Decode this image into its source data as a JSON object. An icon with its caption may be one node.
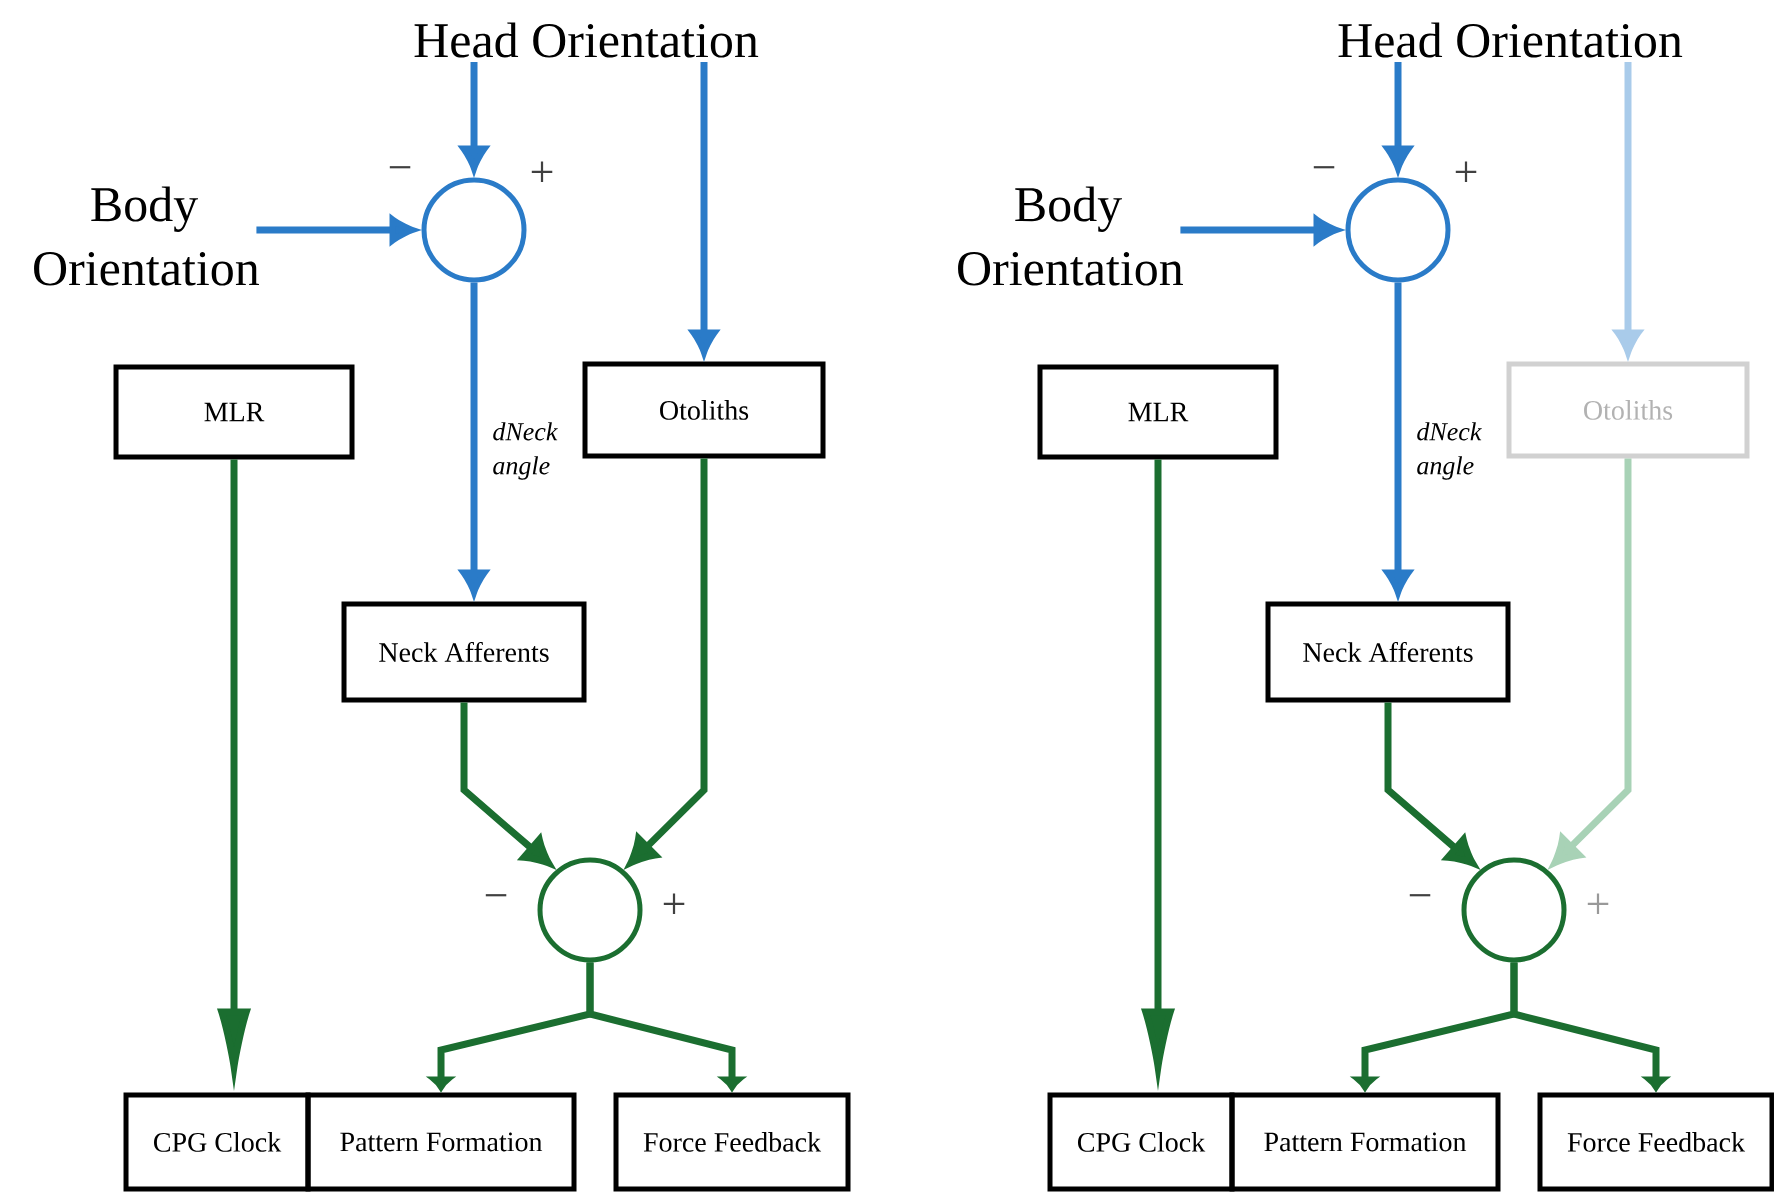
{
  "diagram": {
    "nodes": [
      {
        "text": [
          "Head Orientation"
        ]
      },
      {
        "text": [
          "Body Orientation"
        ]
      },
      {
        "text": [],
        "shape": "circle",
        "beside": [
          "−",
          "+"
        ]
      },
      {
        "text": [
          "MLR"
        ]
      },
      {
        "text": [
          "Otoliths"
        ]
      },
      {
        "text": [
          "Neck Afferents"
        ]
      },
      {
        "text": [],
        "shape": "circle",
        "beside": [
          "−",
          "+"
        ]
      },
      {
        "text": [
          "CPG Clock"
        ]
      },
      {
        "text": [
          "Pattern Formation"
        ]
      },
      {
        "text": [
          "Force Feedback"
        ]
      },
      {
        "text": [
          "Head Orientation"
        ]
      },
      {
        "text": [
          "Body Orientation"
        ]
      },
      {
        "text": [],
        "shape": "circle",
        "beside": [
          "−",
          "+"
        ]
      },
      {
        "text": [
          "MLR"
        ]
      },
      {
        "text": [
          "Otoliths"
        ]
      },
      {
        "text": [
          "Neck Afferents"
        ]
      },
      {
        "text": [],
        "shape": "circle",
        "beside": [
          "−",
          "+"
        ]
      },
      {
        "text": [
          "CPG Clock"
        ]
      },
      {
        "text": [
          "Pattern Formation"
        ]
      },
      {
        "text": [
          "Force Feedback"
        ]
      }
    ],
    "edges": [
      {
        "from": 0,
        "to": 2,
        "arrow": "to",
        "color": "#2a7bc8"
      },
      {
        "from": 0,
        "to": 4,
        "arrow": "to",
        "color": "#2a7bc8"
      },
      {
        "from": 1,
        "to": 2,
        "arrow": "to",
        "color": "#2a7bc8"
      },
      {
        "from": 2,
        "to": 5,
        "arrow": "to",
        "color": "#2a7bc8",
        "label": "dNeck angle"
      },
      {
        "from": 3,
        "to": 7,
        "arrow": "to"
      },
      {
        "from": 4,
        "to": 6,
        "arrow": "to"
      },
      {
        "from": 5,
        "to": 6,
        "arrow": "to"
      },
      {
        "from": 6,
        "to": 8,
        "arrow": "to"
      },
      {
        "from": 6,
        "to": 9,
        "arrow": "to"
      },
      {
        "from": 10,
        "to": 12,
        "arrow": "to",
        "color": "#2a7bc8"
      },
      {
        "from": 10,
        "to": 14,
        "arrow": "to",
        "color": "#a9cbea"
      },
      {
        "from": 11,
        "to": 12,
        "arrow": "to",
        "color": "#2a7bc8"
      },
      {
        "from": 12,
        "to": 15,
        "arrow": "to",
        "color": "#2a7bc8",
        "label": "dNeck angle"
      },
      {
        "from": 13,
        "to": 17,
        "arrow": "to"
      },
      {
        "from": 14,
        "to": 16,
        "arrow": "to",
        "color": "#a8d2b6"
      },
      {
        "from": 15,
        "to": 16,
        "arrow": "to"
      },
      {
        "from": 16,
        "to": 18,
        "arrow": "to"
      },
      {
        "from": 16,
        "to": 19,
        "arrow": "to"
      }
    ]
  }
}
